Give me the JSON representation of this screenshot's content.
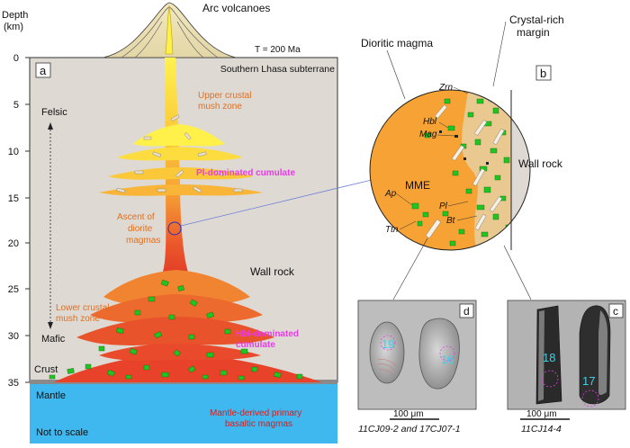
{
  "panel_a": {
    "letter": "a",
    "top_label": "Arc volcanoes",
    "depth_title": [
      "Depth",
      "(km)"
    ],
    "time": "T = 200 Ma",
    "region": "Southern Lhasa subterrane",
    "depth_ticks": [
      "0",
      "5",
      "10",
      "15",
      "20",
      "25",
      "30",
      "35"
    ],
    "felsic": "Felsic",
    "mafic": "Mafic",
    "upper_mush": [
      "Upper crustal",
      "mush zone"
    ],
    "pl_cumulate": "Pl-dominated cumulate",
    "ascent": [
      "Ascent of",
      "diorite",
      "magmas"
    ],
    "wall_rock": "Wall rock",
    "lower_mush": [
      "Lower crustal",
      "mush zone"
    ],
    "hbl_cumulate": [
      "Hbl-dominated",
      "cumulate"
    ],
    "crust": "Crust",
    "mantle": "Mantle",
    "not_to_scale": "Not to scale",
    "primary_magmas": [
      "Mantle-derived primary",
      "basaltic magmas"
    ]
  },
  "panel_b": {
    "letter": "b",
    "dioritic_magma": "Dioritic magma",
    "crystal_margin": [
      "Crystal-rich",
      "margin"
    ],
    "wall_rock": "Wall rock",
    "mme": "MME",
    "minerals": [
      "Zrn",
      "Hbl",
      "Mag",
      "Ap",
      "Ttn",
      "Pl",
      "Bt"
    ]
  },
  "panel_d": {
    "letter": "d",
    "spots": [
      "19",
      "16"
    ],
    "scale": "100 μm",
    "caption": "11CJ09-2 and 17CJ07-1"
  },
  "panel_c": {
    "letter": "c",
    "spots": [
      "18",
      "17"
    ],
    "scale": "100 μm",
    "caption": "11CJ14-4"
  },
  "colors": {
    "background": "#ded9d3",
    "mantle": "#3fb8ef",
    "magma_orange": "#f6a234",
    "magma_red": "#e8432a",
    "felsic_yellow": "#fff04a",
    "crystal_green": "#22c422",
    "magenta_label": "#e83be8",
    "orange_label": "#e07020"
  }
}
